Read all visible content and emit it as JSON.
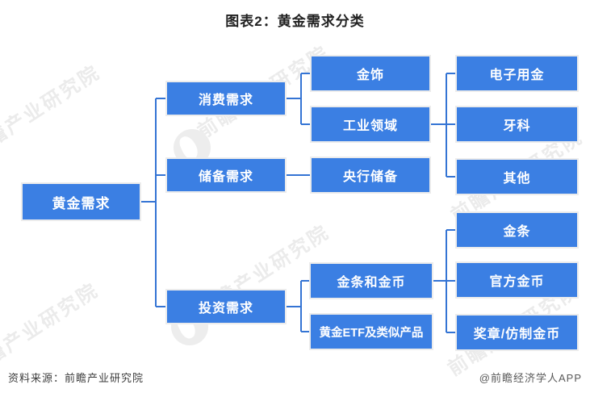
{
  "title": "图表2：黄金需求分类",
  "diagram": {
    "root": {
      "label": "黄金需求"
    },
    "level2": [
      {
        "label": "消费需求"
      },
      {
        "label": "储备需求"
      },
      {
        "label": "投资需求"
      }
    ],
    "consumer_children": [
      {
        "label": "金饰"
      },
      {
        "label": "工业领域"
      }
    ],
    "industrial_children": [
      {
        "label": "电子用金"
      },
      {
        "label": "牙科"
      },
      {
        "label": "其他"
      }
    ],
    "reserve_children": [
      {
        "label": "央行储备"
      }
    ],
    "investment_children": [
      {
        "label": "金条和金币"
      },
      {
        "label": "黄金ETF及类似产品"
      }
    ],
    "bars_coins_children": [
      {
        "label": "金条"
      },
      {
        "label": "官方金币"
      },
      {
        "label": "奖章/仿制金币"
      }
    ]
  },
  "footer": {
    "source": "资料来源：前瞻产业研究院",
    "credit": "@前瞻经济学人APP"
  },
  "watermark": {
    "text": "前瞻产业研究院"
  },
  "colors": {
    "node_fill": "#3B7FE3",
    "connector": "#3474D4",
    "watermark": "#EBEBEB"
  }
}
